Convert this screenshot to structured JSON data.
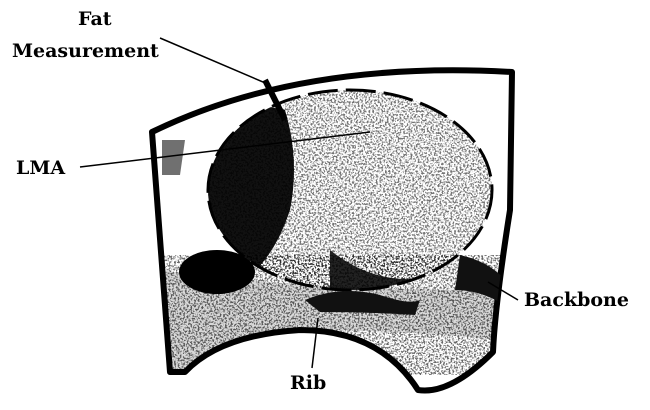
{
  "labels": {
    "fat_line1": "Fat",
    "fat_line2": "Measurement",
    "lma": "LMA",
    "backbone": "Backbone",
    "rib": "Rib"
  },
  "colors": {
    "ink": "#000000",
    "paper": "#ffffff"
  }
}
